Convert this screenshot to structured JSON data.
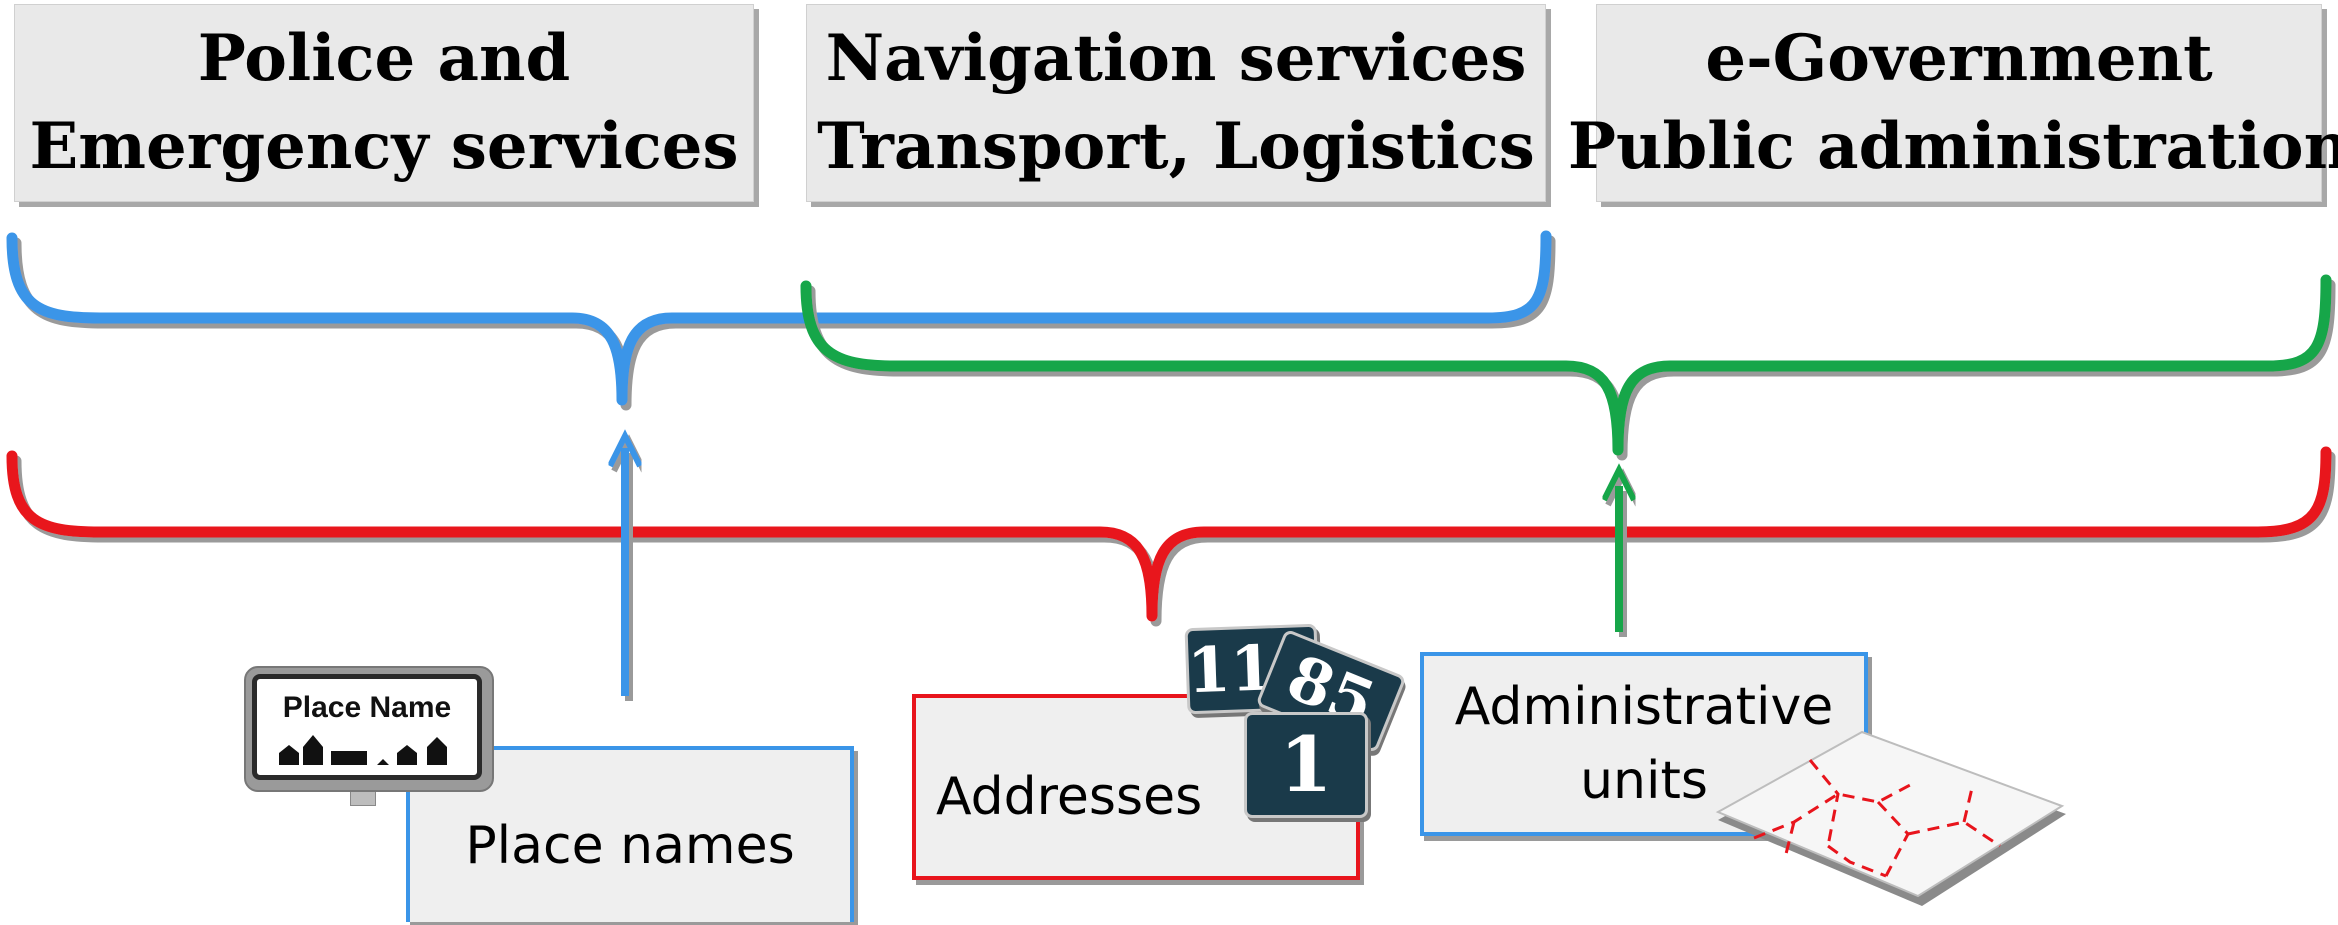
{
  "sectors": [
    {
      "lines": [
        "Police and",
        "Emergency services"
      ]
    },
    {
      "lines": [
        "Navigation services",
        "Transport, Logistics"
      ]
    },
    {
      "lines": [
        "e-Government",
        "Public administration"
      ]
    }
  ],
  "themes": {
    "place_names": {
      "label": "Place names",
      "sign_text": "Place Name",
      "color": "#3a95e8"
    },
    "addresses": {
      "label": "Addresses",
      "plates": [
        "119",
        "85",
        "1"
      ],
      "color": "#e8141c"
    },
    "admin_units": {
      "lines": [
        "Administrative",
        "units"
      ],
      "color": "#3a95e8"
    }
  },
  "colors": {
    "blue": "#3a95e8",
    "green": "#12a64a",
    "red": "#e8141c"
  }
}
